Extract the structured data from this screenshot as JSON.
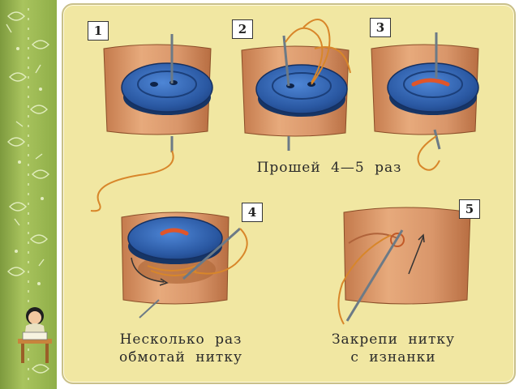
{
  "steps": [
    {
      "number": "1"
    },
    {
      "number": "2"
    },
    {
      "number": "3"
    },
    {
      "number": "4"
    },
    {
      "number": "5"
    }
  ],
  "captions": {
    "sew": "Прошей 4—5 раз",
    "wrap_line1": "Несколько раз",
    "wrap_line2": "обмотай нитку",
    "fasten_line1": "Закрепи нитку",
    "fasten_line2": "с изнанки"
  },
  "colors": {
    "panel": "#f1e7a2",
    "fabric": "#dc9a6c",
    "button": "#2f5fa8",
    "thread": "#d8862a",
    "strip": "#8fae48"
  },
  "icons": [
    "needle-icon",
    "button-icon",
    "fabric-icon",
    "thread-icon",
    "arrow-icon",
    "girl-reading-icon"
  ]
}
